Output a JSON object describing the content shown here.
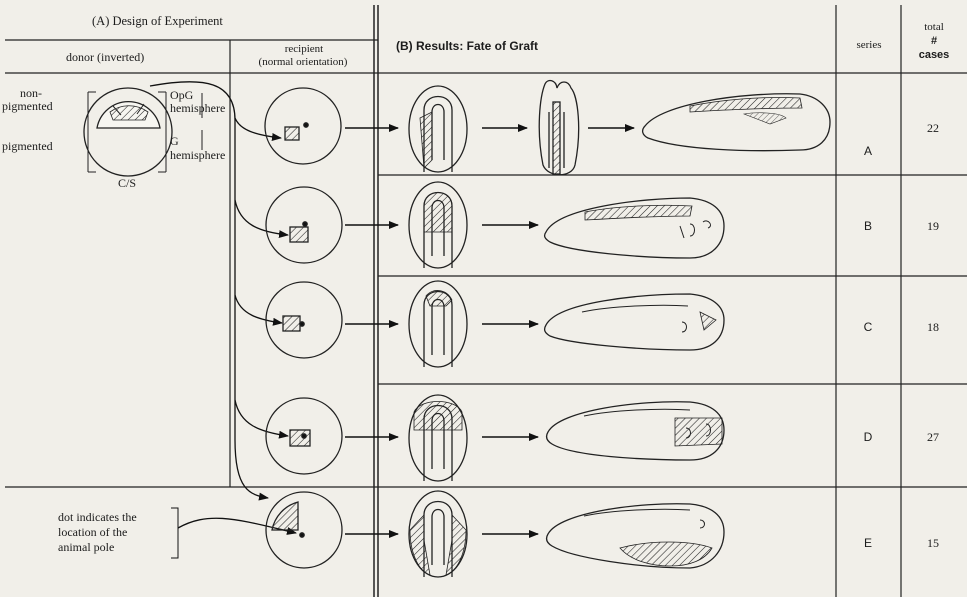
{
  "design_header": "(A) Design of Experiment",
  "donor_header": "donor (inverted)",
  "recipient_header": "recipient",
  "recipient_subheader": "(normal orientation)",
  "results_header": "(B) Results: Fate of Graft",
  "series_header": "series",
  "total_header_1": "total",
  "total_header_2": "#",
  "total_header_3": "cases",
  "donor_labels": {
    "non_pigmented_1": "non-",
    "non_pigmented_2": "pigmented",
    "pigmented": "pigmented",
    "opg_1": "OpG",
    "opg_2": "hemisphere",
    "g_1": "G",
    "g_2": "hemisphere",
    "cs": "C/S"
  },
  "note": {
    "line1": "dot indicates the",
    "line2": "location of the",
    "line3": "animal pole"
  },
  "rows": [
    {
      "series": "A",
      "total": "22"
    },
    {
      "series": "B",
      "total": "19"
    },
    {
      "series": "C",
      "total": "18"
    },
    {
      "series": "D",
      "total": "27"
    },
    {
      "series": "E",
      "total": "15"
    }
  ]
}
